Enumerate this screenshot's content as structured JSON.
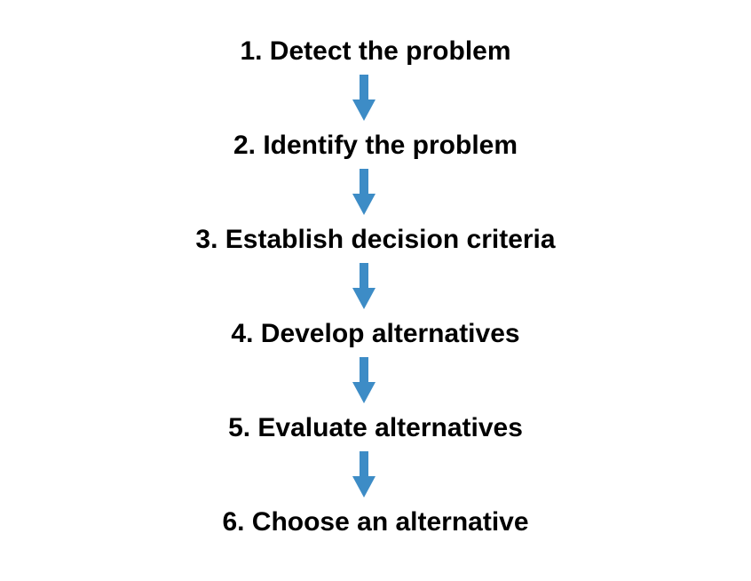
{
  "diagram": {
    "steps": [
      {
        "label": "1. Detect the problem"
      },
      {
        "label": "2. Identify the problem"
      },
      {
        "label": "3. Establish decision criteria"
      },
      {
        "label": "4. Develop alternatives"
      },
      {
        "label": "5. Evaluate alternatives"
      },
      {
        "label": "6. Choose an alternative"
      }
    ],
    "arrow_color": "#3d8cc6",
    "text_color": "#000000",
    "background_color": "#ffffff",
    "arrow_icon": "arrow-down-icon"
  }
}
